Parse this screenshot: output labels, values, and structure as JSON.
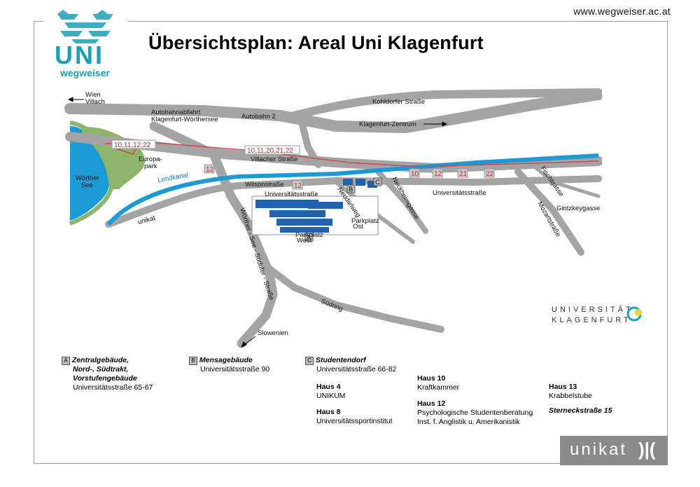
{
  "header": {
    "url": "www.wegweiser.ac.at",
    "title": "Übersichtsplan: Areal Uni Klagenfurt",
    "logo_main": "UNI",
    "logo_sub": "wegweiser"
  },
  "map": {
    "roads": {
      "wien_villach": "Wien\nVillach",
      "wien": "Wien",
      "villach": "Villach",
      "autobahnabfahrt": "Autobahnabfahrt",
      "klagenfurt_woerthersee": "Klagenfurt-Wörthersee",
      "autobahn": "Autobahn 2",
      "kohldorfer": "Kohldorfer Straße",
      "klagenfurt_zentrum": "Klagenfurt-Zentrum",
      "villacher": "Villacher Straße",
      "wilsonstrasse": "Wilsonstraße",
      "universitaetsstrasse_a": "Universitätsstraße",
      "universitaetsstrasse_b": "Universitätsstraße",
      "neckheimgasse": "Neckheimgasse",
      "neudiirlweg": "Neudiirlweg",
      "fischlgasse": "Fischlgasse",
      "mozartstrasse": "Mozartstraße",
      "gintzkeygasse": "Gintzkeygasse",
      "woerther_see_sued": "Wörther - See - Südufer - Straße",
      "suedring": "Südring",
      "slowenien": "Slowenien",
      "lendkanal": "Lendkanal",
      "europapark_1": "Europa-",
      "europapark_2": "park",
      "woerther_see_1": "Wörther",
      "woerther_see_2": "See",
      "parkplatz_west_1": "Parkplatz",
      "parkplatz_west_2": "West",
      "parkplatz_ost_1": "Parkplatz",
      "parkplatz_ost_2": "Ost",
      "unikat_small": "unikat"
    },
    "tram_labels": {
      "a": "10,11,12,22",
      "b": "10,11,20,21,22",
      "c": "12",
      "d": "12",
      "e": "10",
      "f": "12",
      "g": "21",
      "h": "22"
    },
    "markers": {
      "a": "A",
      "b": "B",
      "c": "C"
    },
    "colors": {
      "road": "#a4a4a4",
      "water": "#1b9ad6",
      "park": "#8cb46a",
      "building": "#1e62b0",
      "tram": "#d64552"
    }
  },
  "legend": {
    "a": {
      "key": "A",
      "title1": "Zentralgebäude,",
      "title2": "Nord-, Südtrakt,",
      "title3": "Vorstufengebäude",
      "addr": "Universitätsstraße 65-67"
    },
    "b": {
      "key": "B",
      "title": "Mensagebäude",
      "addr": "Universitätsstraße 90"
    },
    "c": {
      "key": "C",
      "title": "Studentendorf",
      "addr": "Universitätsstraße 66-82"
    },
    "haus4": {
      "name": "Haus 4",
      "desc": "UNIKUM"
    },
    "haus8": {
      "name": "Haus 8",
      "desc": "Universitätssportinstitut"
    },
    "haus10": {
      "name": "Haus 10",
      "desc": "Kraftkammer"
    },
    "haus12": {
      "name": "Haus 12",
      "desc1": "Psychologische Studentenberatung",
      "desc2": "Inst. f. Anglistik u. Amerikanistik"
    },
    "haus13": {
      "name": "Haus 13",
      "desc": "Krabbelstube"
    },
    "sterneck": "Sterneckstraße 15"
  },
  "branding": {
    "univ_line1": "UNIVERSITÄT",
    "univ_line2": "KLAGENFURT",
    "unikat": "unikat",
    "unikat_mark": ")|("
  }
}
